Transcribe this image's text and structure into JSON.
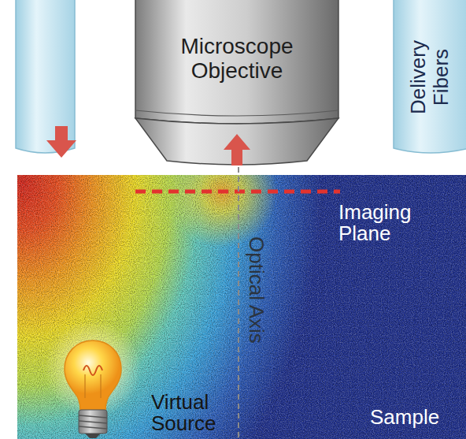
{
  "diagram": {
    "nodes": [
      {
        "text": [
          "Microscope Objective"
        ]
      },
      {
        "text": [
          "Delivery Fibers"
        ]
      }
    ],
    "labels": [
      "Imaging Plane",
      "Optical Axis",
      "Virtual Source",
      "Sample"
    ]
  }
}
